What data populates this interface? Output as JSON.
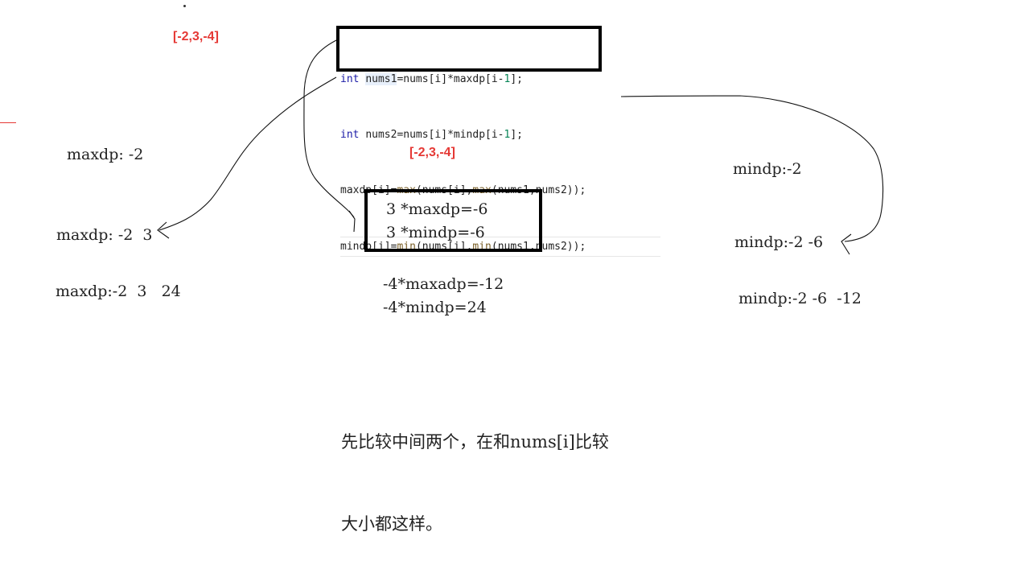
{
  "array_label_top": "[-2,3,-4]",
  "array_label_mid": "[-2,3,-4]",
  "code": {
    "line1": {
      "kw": "int",
      "var": "nums1",
      "rest": "=nums[i]*maxdp[i-",
      "num": "1",
      "end": "];"
    },
    "line2": {
      "kw": "int",
      "var": "nums2",
      "rest": "=nums[i]*mindp[i-",
      "num": "1",
      "end": "];"
    },
    "line3": {
      "a": "maxdp[i]=",
      "f1": "max",
      "b": "(nums[i],",
      "f2": "max",
      "c": "(nums1,nums2));"
    },
    "line4": {
      "a": "mindp[i]=",
      "f1": "min",
      "b": "(nums[i],",
      "f2": "min",
      "c": "(nums1,nums2));"
    }
  },
  "left": {
    "row1": "maxdp: -2",
    "row2": "maxdp: -2  3",
    "row3": "maxdp:-2  3   24"
  },
  "middle": {
    "box_line1": "3 *maxdp=-6",
    "box_line2": "3 *mindp=-6",
    "line3": "-4*maxadp=-12",
    "line4": "-4*mindp=24"
  },
  "right": {
    "row1": "mindp:-2",
    "row2": "mindp:-2 -6",
    "row3": "mindp:-2 -6  -12"
  },
  "note": {
    "line1": "先比较中间两个，在和nums[i]比较",
    "line2": "大小都这样。"
  },
  "colors": {
    "accent_red": "#e53935",
    "keyword_blue": "#1a1aa6",
    "function_brown": "#795e26",
    "number_green": "#098658"
  }
}
